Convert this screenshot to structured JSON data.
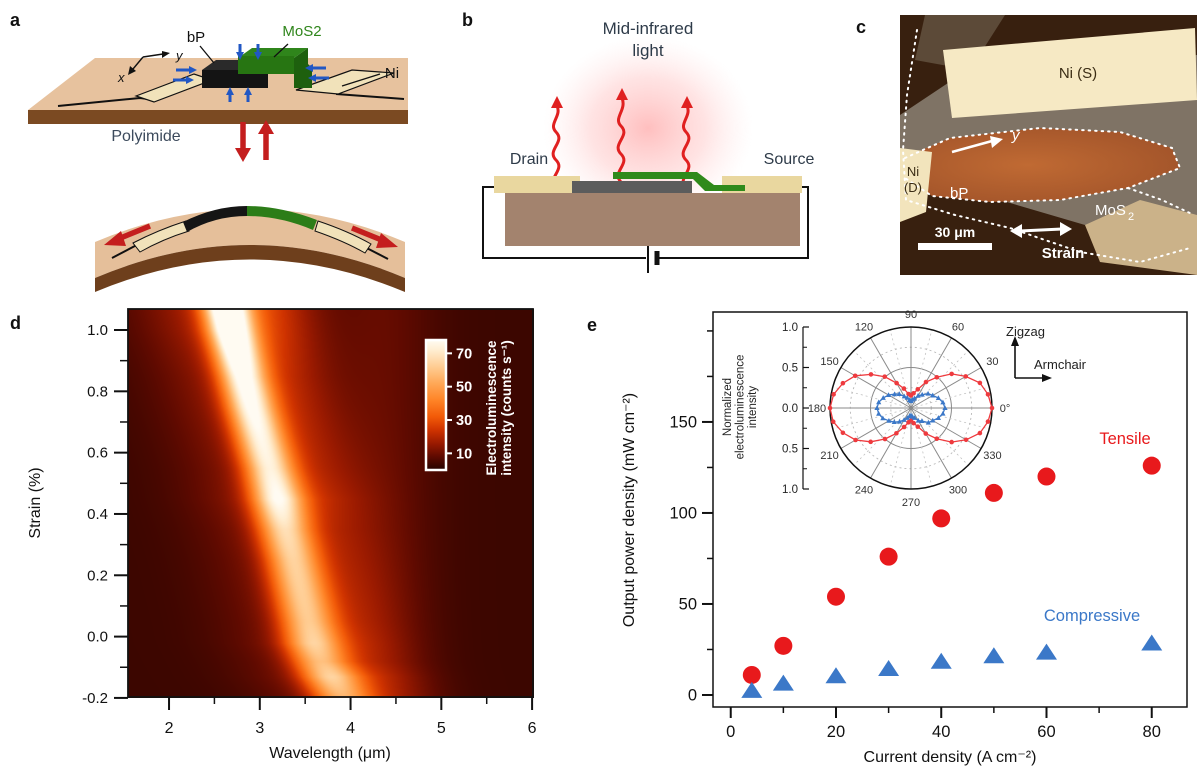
{
  "panel_a": {
    "letter": "a",
    "bp": "bP",
    "mos2": "MoS2",
    "ni": "Ni",
    "polyimide": "Polyimide",
    "axis_x": "x",
    "axis_y": "y",
    "colors": {
      "mos2_green": "#2f851b",
      "substrate_tan": "#e7c29e",
      "edge_brown": "#7b4a22",
      "arrow_blue": "#2157c4",
      "arrow_red": "#c41e1e",
      "electrode_cream": "#f1e2ba"
    }
  },
  "panel_b": {
    "letter": "b",
    "title1": "Mid-infrared",
    "title2": "light",
    "drain": "Drain",
    "source": "Source",
    "colors": {
      "substrate": "#a3836e",
      "electrode": "#e9d79f",
      "bp_gray": "#5c5c5c",
      "mos2_green": "#2f8a1b",
      "light_red": "#e02020"
    }
  },
  "panel_c": {
    "letter": "c",
    "ni_s": "Ni (S)",
    "ni_d1": "Ni",
    "ni_d2": "(D)",
    "bp": "bP",
    "mos2_main": "MoS",
    "mos2_sub": "2",
    "axis_y": "y",
    "scalebar": "30 μm",
    "strain": "Strain",
    "colors": {
      "background": "#38200f",
      "nickel_cream": "#f6e9c4",
      "bp_orange": "#b0602e",
      "flake_gray": "#7f7365"
    }
  },
  "panel_d": {
    "letter": "d",
    "xlabel": "Wavelength (μm)",
    "ylabel": "Strain (%)",
    "colorbar_label1": "Electroluminescence",
    "colorbar_label2": "intensity (counts s⁻¹)"
  },
  "panel_e": {
    "letter": "e",
    "xlabel": "Current density (A cm⁻²)",
    "ylabel": "Output power density (mW cm⁻²)",
    "inset": {
      "label1": "Normalized",
      "label2": "electroluminescence",
      "label3": "intensity",
      "zigzag": "Zigzag",
      "armchair": "Armchair"
    }
  },
  "chart_data": [
    {
      "type": "heatmap",
      "title": "Electroluminescence spectra vs strain",
      "xlabel": "Wavelength (μm)",
      "ylabel": "Strain (%)",
      "xlim": [
        1.548,
        6.01
      ],
      "ylim": [
        -0.197,
        1.0685
      ],
      "xticks": [
        2,
        3,
        4,
        5,
        6
      ],
      "xtick_labels": [
        "2",
        "3",
        "4",
        "5",
        "6"
      ],
      "xminor": [
        2.5,
        3.5,
        4.5,
        5.5
      ],
      "yticks": [
        1.0,
        0.8,
        0.6,
        0.4,
        0.2,
        0.0,
        -0.2
      ],
      "ytick_labels": [
        "1.0",
        "0.8",
        "0.6",
        "0.4",
        "0.2",
        "0.0",
        "-0.2"
      ],
      "yminor": [
        0.9,
        0.7,
        0.5,
        0.3,
        0.1,
        -0.1
      ],
      "grid": false,
      "colorbar": {
        "ticks": [
          10,
          30,
          50,
          70
        ],
        "tick_labels": [
          "10",
          "30",
          "50",
          "70"
        ],
        "vmax": 78
      },
      "colormap": [
        [
          0,
          "#250300"
        ],
        [
          8,
          "#5f0a00"
        ],
        [
          16,
          "#9a1a00"
        ],
        [
          24,
          "#cf3300"
        ],
        [
          32,
          "#f25a08"
        ],
        [
          42,
          "#ff8427"
        ],
        [
          52,
          "#ffa857"
        ],
        [
          62,
          "#ffcd93"
        ],
        [
          72,
          "#ffeed2"
        ],
        [
          78,
          "#fffbf2"
        ]
      ],
      "ridge_strain_center_peak": [
        [
          1.07,
          2.63,
          80
        ],
        [
          1.0,
          2.68,
          76
        ],
        [
          0.92,
          2.75,
          68
        ],
        [
          0.85,
          2.81,
          62
        ],
        [
          0.75,
          2.9,
          59
        ],
        [
          0.65,
          3.0,
          56
        ],
        [
          0.55,
          3.1,
          54
        ],
        [
          0.45,
          3.19,
          58
        ],
        [
          0.35,
          3.27,
          49
        ],
        [
          0.25,
          3.36,
          46
        ],
        [
          0.15,
          3.44,
          45
        ],
        [
          0.05,
          3.52,
          44
        ],
        [
          -0.02,
          3.58,
          46
        ],
        [
          -0.08,
          3.66,
          41
        ],
        [
          -0.13,
          3.77,
          45
        ],
        [
          -0.2,
          3.9,
          37
        ]
      ],
      "sigma0": 0.17,
      "sigma_slope": 0.045,
      "halo_right": {
        "frac": 0.3,
        "shift": 0.33,
        "sigma": 0.45
      },
      "halo_left": {
        "frac": 0.12,
        "shift": -0.42,
        "sigma": 0.5
      },
      "shelf": {
        "amp": 5.5,
        "center": 4.35,
        "sigma": 0.4
      },
      "base": 3.2
    },
    {
      "type": "scatter",
      "title": "Output power density vs current density",
      "xlabel": "Current density (A cm⁻²)",
      "ylabel": "Output power density (mW cm⁻²)",
      "xlim": [
        -3.37,
        86.7
      ],
      "ylim": [
        -6.6,
        210.4
      ],
      "xticks": [
        0,
        20,
        40,
        60,
        80
      ],
      "xtick_labels": [
        "0",
        "20",
        "40",
        "60",
        "80"
      ],
      "xminor": [
        10,
        30,
        50,
        70
      ],
      "yticks": [
        0,
        50,
        100,
        150
      ],
      "ytick_labels": [
        "0",
        "50",
        "100",
        "150"
      ],
      "yminor": [
        25,
        75,
        125,
        175,
        200
      ],
      "grid": false,
      "series": [
        {
          "name": "Tensile",
          "color": "#e8191c",
          "marker": "circle",
          "x": [
            4,
            10,
            20,
            30,
            40,
            50,
            60,
            80
          ],
          "y": [
            11,
            27,
            54,
            76,
            97,
            111,
            120,
            126
          ]
        },
        {
          "name": "Compressive",
          "color": "#3b78c8",
          "marker": "triangle",
          "x": [
            4,
            10,
            20,
            30,
            40,
            50,
            60,
            80
          ],
          "y": [
            2,
            6,
            10,
            14,
            18,
            21,
            23,
            28
          ]
        }
      ]
    },
    {
      "type": "polar",
      "title": "Normalized electroluminescence intensity vs angle",
      "radial_tick_labels": [
        "1.0",
        "0.5",
        "0.0",
        "0.5",
        "1.0"
      ],
      "radial_tick_values": [
        1.0,
        0.5,
        0.0,
        0.5,
        1.0
      ],
      "angle_labels": [
        "0°",
        "30",
        "60",
        "90",
        "120",
        "150",
        "180",
        "210",
        "240",
        "270",
        "300",
        "330"
      ],
      "angle_values": [
        0,
        30,
        60,
        90,
        120,
        150,
        180,
        210,
        240,
        270,
        300,
        330
      ],
      "series": [
        {
          "name": "tensile-polar",
          "color": "#ee3a3e",
          "marker": "circle",
          "angle_step": 10,
          "r": [
            1.0,
            0.965,
            0.905,
            0.78,
            0.655,
            0.495,
            0.37,
            0.245,
            0.185,
            0.155,
            0.175,
            0.255,
            0.355,
            0.505,
            0.645,
            0.795,
            0.895,
            0.97,
            1.0,
            0.975,
            0.895,
            0.79,
            0.65,
            0.5,
            0.36,
            0.25,
            0.18,
            0.15,
            0.19,
            0.245,
            0.365,
            0.495,
            0.655,
            0.785,
            0.905,
            0.965
          ]
        },
        {
          "name": "compressive-polar",
          "color": "#3b78c8",
          "marker": "triangle",
          "angle_step": 10,
          "r": [
            0.42,
            0.4,
            0.36,
            0.31,
            0.275,
            0.215,
            0.175,
            0.125,
            0.105,
            0.085,
            0.1,
            0.135,
            0.165,
            0.225,
            0.265,
            0.32,
            0.365,
            0.405,
            0.42,
            0.405,
            0.37,
            0.315,
            0.27,
            0.22,
            0.17,
            0.13,
            0.1,
            0.09,
            0.11,
            0.13,
            0.18,
            0.21,
            0.28,
            0.31,
            0.36,
            0.4
          ]
        }
      ]
    }
  ]
}
